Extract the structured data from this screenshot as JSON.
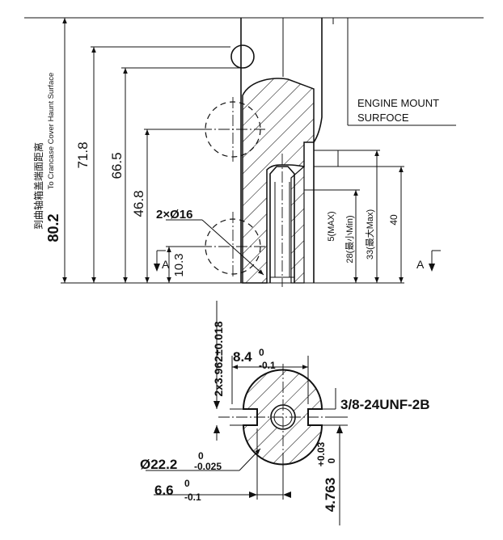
{
  "side_view": {
    "note_cn": "到曲轴箱盖端面距离",
    "note_en": "To Crancase Cover Haunt Surface",
    "dim_80_2": "80.2",
    "dim_71_8": "71.8",
    "dim_66_5": "66.5",
    "dim_46_8": "46.8",
    "dim_10_3": "10.3",
    "holes_label": "2×Ø16",
    "section_left": "A",
    "section_right": "A",
    "engine_mount_line1": "ENGINE MOUNT",
    "engine_mount_line2": "SURFOCE",
    "dim_5max": "5(MAX)",
    "dim_28min": "28(最小Min)",
    "dim_33max": "33(最大Max)",
    "dim_40": "40"
  },
  "section_view": {
    "dim_key_width": "2x3.962±0.018",
    "dim_8_4": "8.4",
    "tol_8_4_upper": "0",
    "tol_8_4_lower": "-0.1",
    "thread": "3/8-24UNF-2B",
    "dim_dia": "Ø22.2",
    "tol_dia_upper": "0",
    "tol_dia_lower": "-0.025",
    "dim_6_6": "6.6",
    "tol_6_6_upper": "0",
    "tol_6_6_lower": "-0.1",
    "dim_4_763": "4.763",
    "tol_4_763_upper": "+0.03",
    "tol_4_763_lower": "0"
  }
}
